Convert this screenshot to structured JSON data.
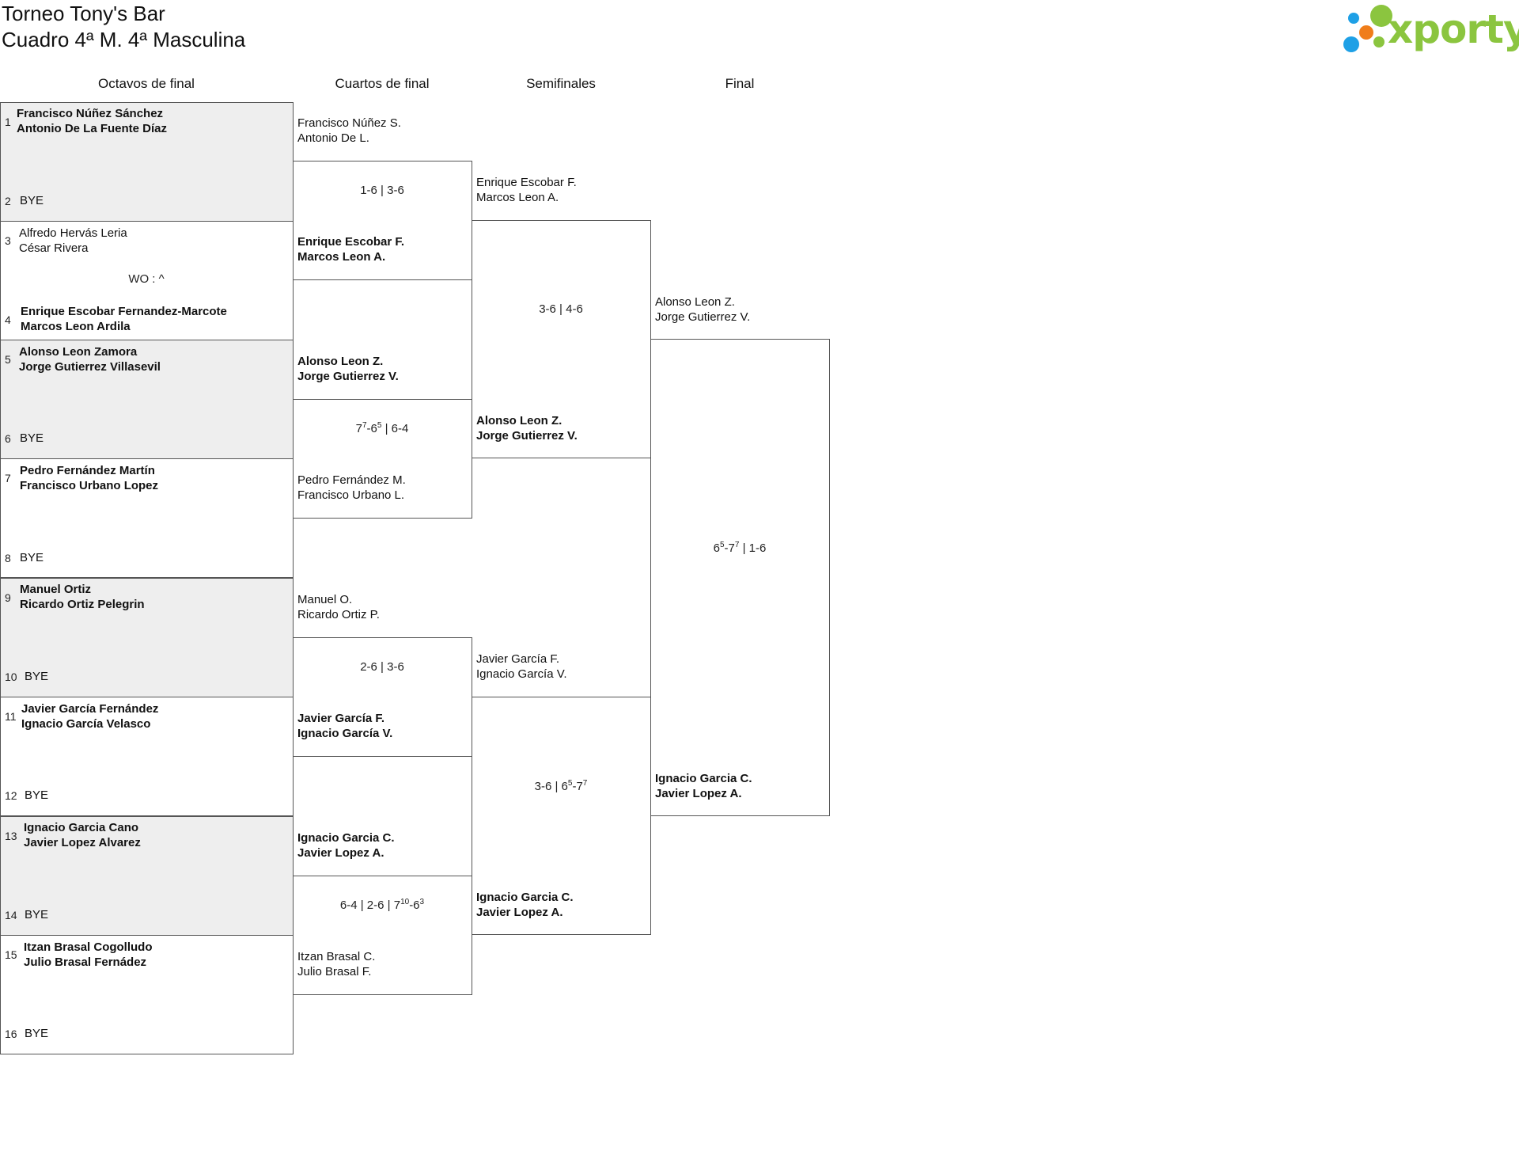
{
  "header": {
    "title_line1": "Torneo Tony's Bar",
    "title_line2": "Cuadro 4ª M. 4ª Masculina",
    "logo_text": "xporty",
    "logo_colors": {
      "green": "#8bc53f",
      "orange": "#f07d1a",
      "blue": "#1ea0e6"
    }
  },
  "rounds": [
    "Octavos de final",
    "Cuartos de final",
    "Semifinales",
    "Final"
  ],
  "round_of_16": [
    {
      "top_num": "1",
      "top_p1": "Francisco Núñez Sánchez",
      "top_p2": "Antonio De La Fuente Díaz",
      "bottom_num": "2",
      "bottom_label": "BYE",
      "shaded": true
    },
    {
      "top_num": "3",
      "top_p1": "Alfredo Hervás Leria",
      "top_p2": "César Rivera",
      "score": "WO : ^",
      "bottom_num": "4",
      "bottom_p1": "Enrique Escobar Fernandez-Marcote",
      "bottom_p2": "Marcos Leon Ardila",
      "shaded": false
    },
    {
      "top_num": "5",
      "top_p1": "Alonso Leon Zamora",
      "top_p2": "Jorge Gutierrez Villasevil",
      "bottom_num": "6",
      "bottom_label": "BYE",
      "shaded": true
    },
    {
      "top_num": "7",
      "top_p1": "Pedro Fernández Martín",
      "top_p2": "Francisco Urbano Lopez",
      "bottom_num": "8",
      "bottom_label": "BYE",
      "shaded": false
    },
    {
      "top_num": "9",
      "top_p1": "Manuel Ortiz",
      "top_p2": "Ricardo Ortiz Pelegrin",
      "bottom_num": "10",
      "bottom_label": "BYE",
      "shaded": true
    },
    {
      "top_num": "11",
      "top_p1": "Javier García Fernández",
      "top_p2": "Ignacio García Velasco",
      "bottom_num": "12",
      "bottom_label": "BYE",
      "shaded": false
    },
    {
      "top_num": "13",
      "top_p1": "Ignacio Garcia Cano",
      "top_p2": "Javier Lopez Alvarez",
      "bottom_num": "14",
      "bottom_label": "BYE",
      "shaded": true
    },
    {
      "top_num": "15",
      "top_p1": "Itzan Brasal Cogolludo",
      "top_p2": "Julio Brasal Fernádez",
      "bottom_num": "16",
      "bottom_label": "BYE",
      "shaded": false
    }
  ],
  "quarterfinals": [
    {
      "top_p1": "Francisco Núñez S.",
      "top_p2": "Antonio De L.",
      "score": "1-6 | 3-6",
      "bottom_p1": "Enrique Escobar F.",
      "bottom_p2": "Marcos Leon A."
    },
    {
      "top_p1": "Alonso Leon Z.",
      "top_p2": "Jorge Gutierrez V.",
      "score_html": "7<sup>7</sup>-6<sup>5</sup> | 6-4",
      "score_text": "77-65 | 6-4",
      "bottom_p1": "Pedro Fernández M.",
      "bottom_p2": "Francisco Urbano L."
    },
    {
      "top_p1": "Manuel O.",
      "top_p2": "Ricardo Ortiz P.",
      "score": "2-6 | 3-6",
      "bottom_p1": "Javier García F.",
      "bottom_p2": "Ignacio García V."
    },
    {
      "top_p1": "Ignacio Garcia C.",
      "top_p2": "Javier Lopez A.",
      "score_html": "6-4 | 2-6 | 7<sup>10</sup>-6<sup>3</sup>",
      "score_text": "6-4 | 2-6 | 710-63",
      "bottom_p1": "Itzan Brasal C.",
      "bottom_p2": "Julio Brasal F."
    }
  ],
  "semifinals": [
    {
      "top_p1": "Enrique Escobar F.",
      "top_p2": "Marcos Leon A.",
      "score": "3-6 | 4-6",
      "bottom_p1": "Alonso Leon Z.",
      "bottom_p2": "Jorge Gutierrez V."
    },
    {
      "top_p1": "Javier García F.",
      "top_p2": "Ignacio García V.",
      "score_html": "3-6 | 6<sup>5</sup>-7<sup>7</sup>",
      "score_text": "3-6 | 65-77",
      "bottom_p1": "Ignacio Garcia C.",
      "bottom_p2": "Javier Lopez A."
    }
  ],
  "final": {
    "top_p1": "Alonso Leon Z.",
    "top_p2": "Jorge Gutierrez V.",
    "score_html": "6<sup>5</sup>-7<sup>7</sup> | 1-6",
    "score_text": "65-77 | 1-6",
    "bottom_p1": "Ignacio Garcia C.",
    "bottom_p2": "Javier Lopez A."
  }
}
